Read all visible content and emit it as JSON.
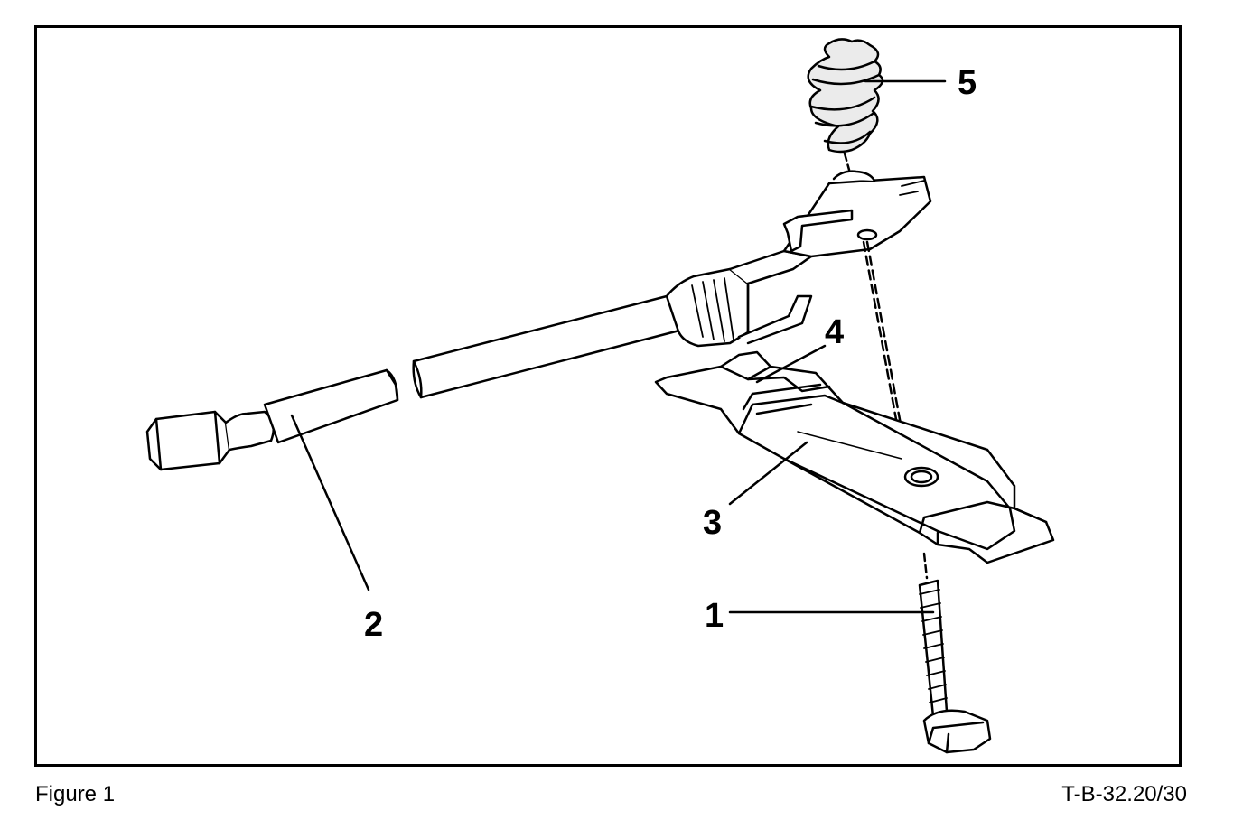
{
  "figure": {
    "callouts": [
      {
        "id": "1",
        "label": "1"
      },
      {
        "id": "2",
        "label": "2"
      },
      {
        "id": "3",
        "label": "3"
      },
      {
        "id": "4",
        "label": "4"
      },
      {
        "id": "5",
        "label": "5"
      }
    ]
  },
  "caption": {
    "figure_label": "Figure 1",
    "document_code": "T-B-32.20/30"
  },
  "colors": {
    "line": "#000000",
    "fill": "#ffffff",
    "shade": "#d8d8d8"
  }
}
